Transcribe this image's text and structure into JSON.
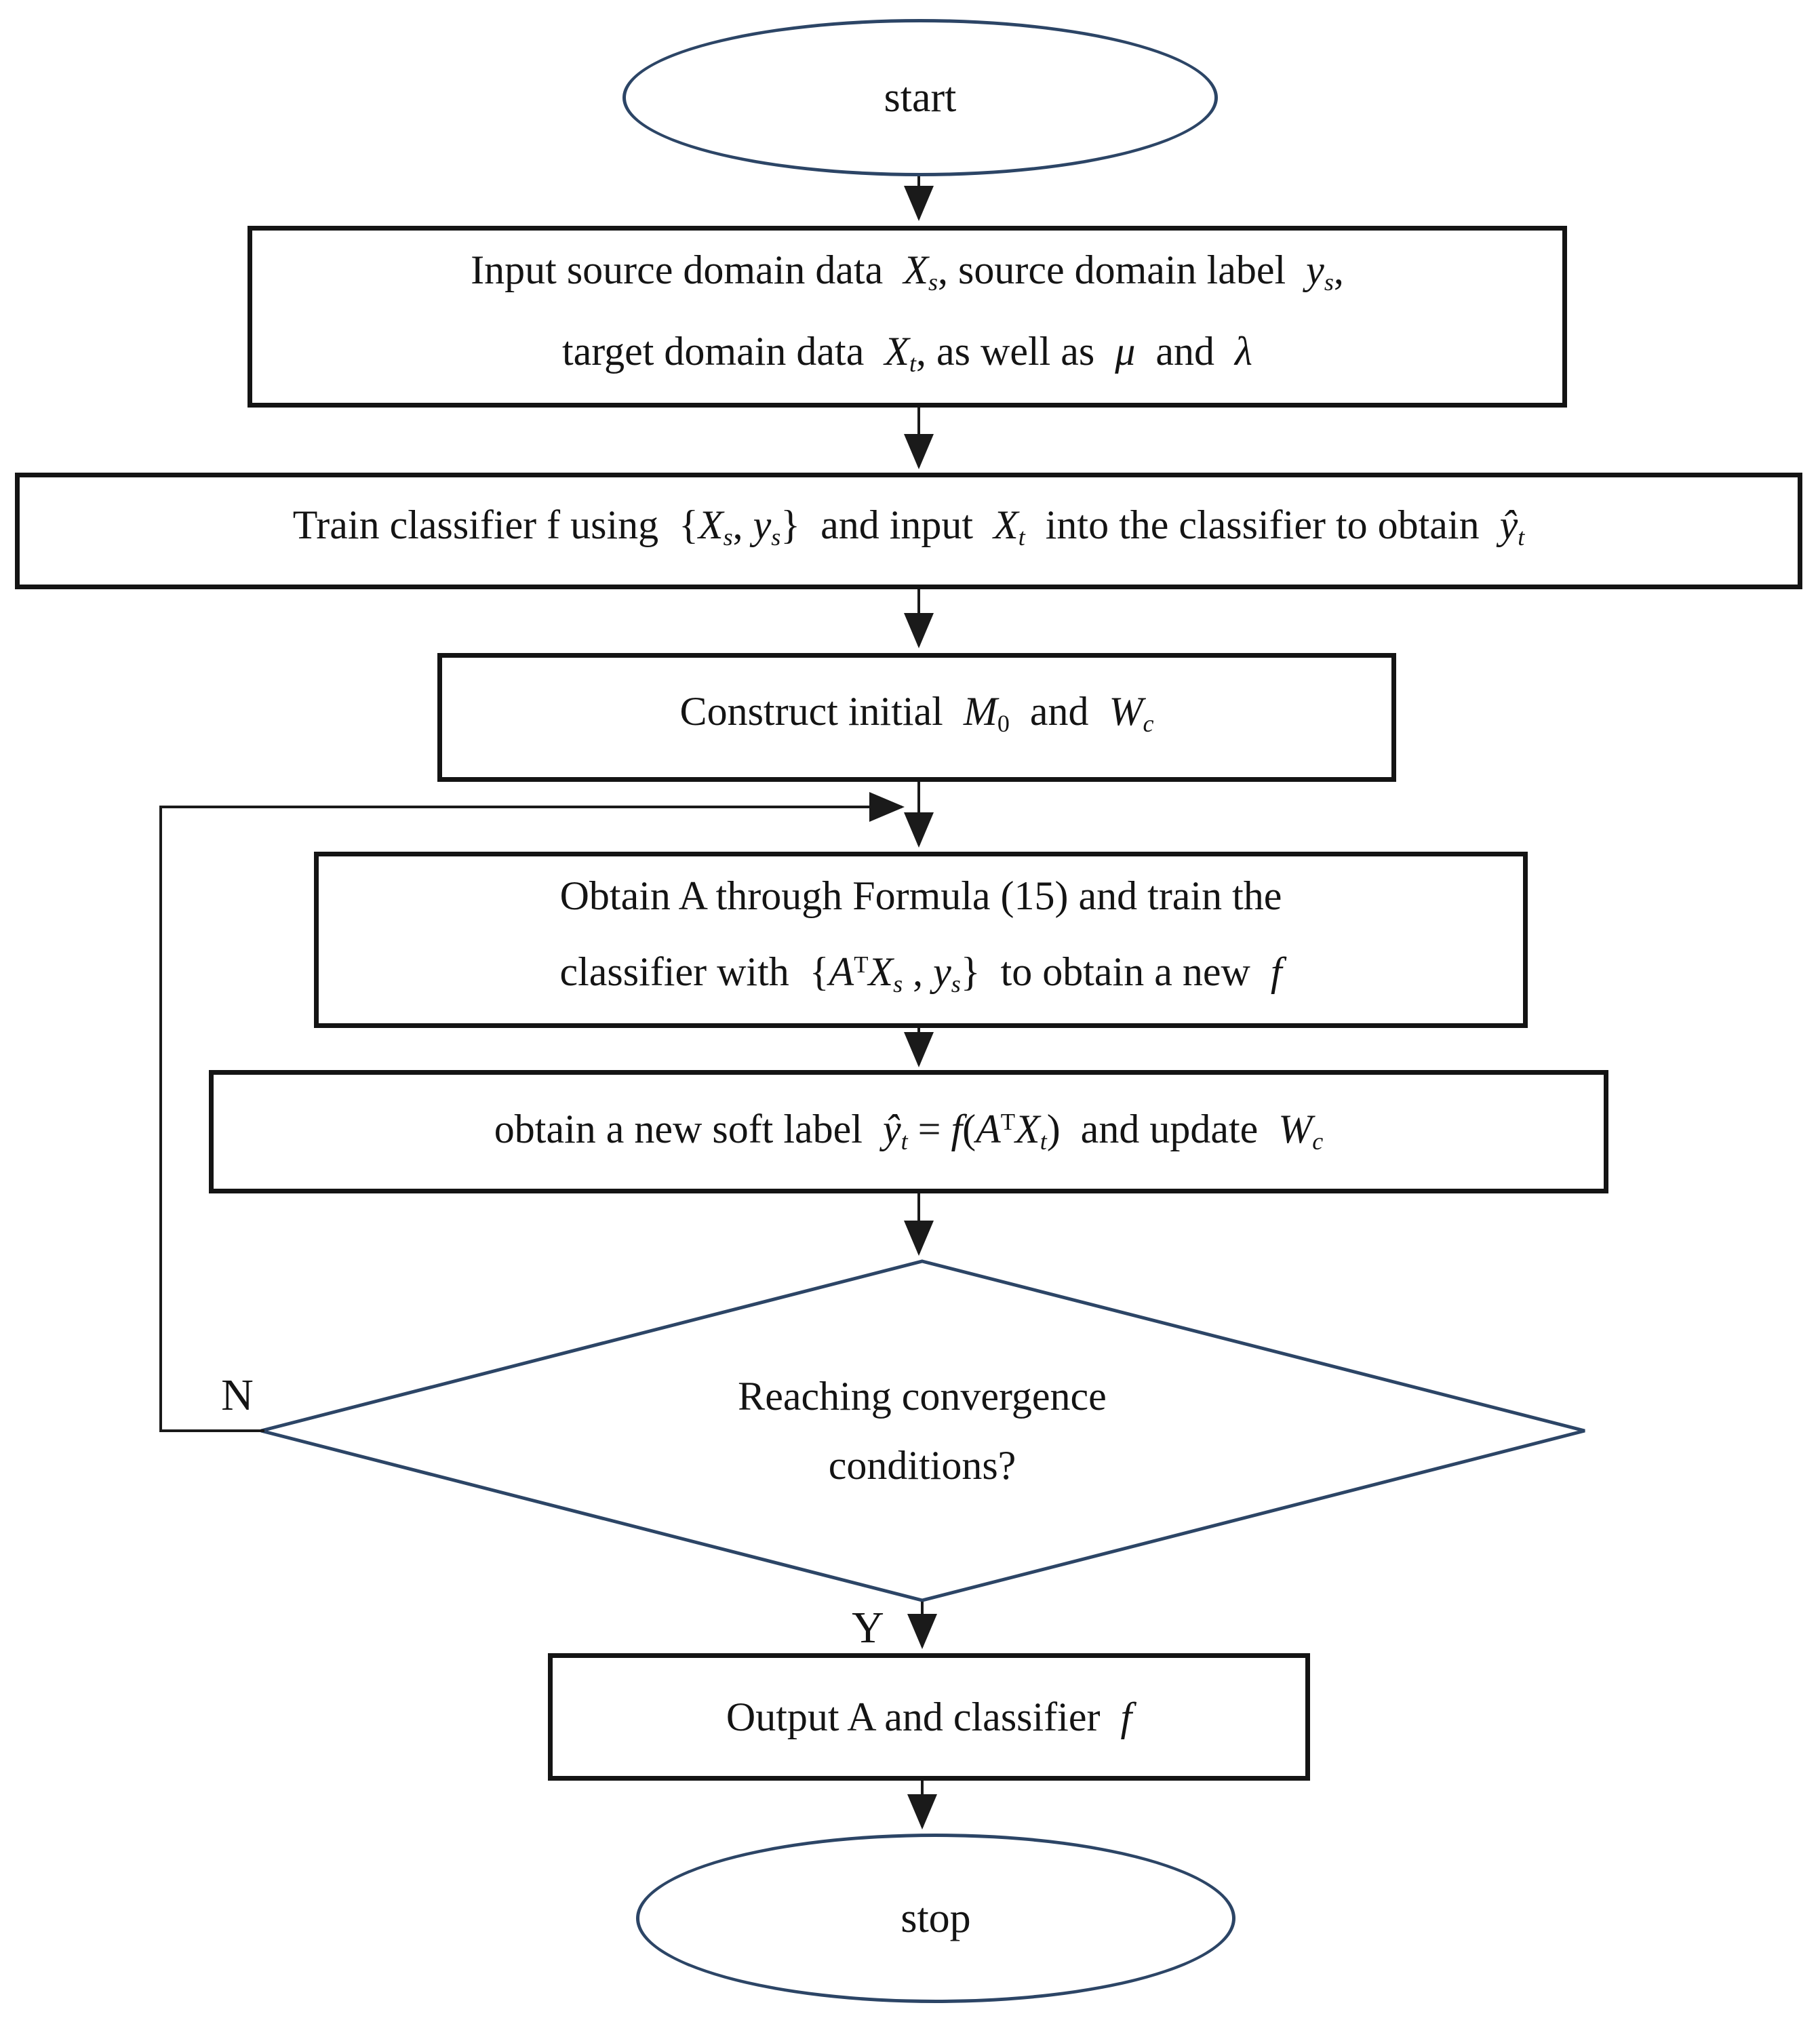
{
  "colors": {
    "ink": "#141414",
    "connector": "#1a1a1a",
    "shape_outline": "#2c4566",
    "background": "#ffffff"
  },
  "nodes": {
    "start": {
      "label": "start"
    },
    "stop": {
      "label": "stop"
    },
    "input": {
      "lines": [
        [
          {
            "t": "Input source domain data  "
          },
          {
            "t": "X",
            "s": "i"
          },
          {
            "t": "s",
            "s": "isub"
          },
          {
            "t": ", source domain label  "
          },
          {
            "t": "y",
            "s": "i"
          },
          {
            "t": "s",
            "s": "isub"
          },
          {
            "t": ","
          }
        ],
        [
          {
            "t": "target domain data  "
          },
          {
            "t": "X",
            "s": "i"
          },
          {
            "t": "t",
            "s": "isub"
          },
          {
            "t": ", as well as  "
          },
          {
            "t": "μ",
            "s": "i"
          },
          {
            "t": "  and  "
          },
          {
            "t": "λ",
            "s": "i"
          }
        ]
      ]
    },
    "train": {
      "lines": [
        [
          {
            "t": "Train classifier f using  {"
          },
          {
            "t": "X",
            "s": "i"
          },
          {
            "t": "s",
            "s": "isub"
          },
          {
            "t": ", "
          },
          {
            "t": "y",
            "s": "i"
          },
          {
            "t": "s",
            "s": "isub"
          },
          {
            "t": "}  and input  "
          },
          {
            "t": "X",
            "s": "i"
          },
          {
            "t": "t",
            "s": "isub"
          },
          {
            "t": "  into the classifier to obtain  "
          },
          {
            "t": "ŷ",
            "s": "i"
          },
          {
            "t": "t",
            "s": "isub"
          }
        ]
      ]
    },
    "construct": {
      "lines": [
        [
          {
            "t": "Construct initial  "
          },
          {
            "t": "M",
            "s": "i"
          },
          {
            "t": "0",
            "s": "sub"
          },
          {
            "t": "  and  "
          },
          {
            "t": "W",
            "s": "i"
          },
          {
            "t": "c",
            "s": "isub"
          }
        ]
      ]
    },
    "obtain_a": {
      "lines": [
        [
          {
            "t": "Obtain A through Formula (15) and train the"
          }
        ],
        [
          {
            "t": "classifier with  {"
          },
          {
            "t": "A",
            "s": "i"
          },
          {
            "t": "T",
            "s": "sup"
          },
          {
            "t": "X",
            "s": "i"
          },
          {
            "t": "s",
            "s": "isub"
          },
          {
            "t": " , "
          },
          {
            "t": "y",
            "s": "i"
          },
          {
            "t": "s",
            "s": "isub"
          },
          {
            "t": "}  to obtain a new  "
          },
          {
            "t": "f",
            "s": "i"
          }
        ]
      ]
    },
    "soft_label": {
      "lines": [
        [
          {
            "t": "obtain a new soft label  "
          },
          {
            "t": "ŷ",
            "s": "i"
          },
          {
            "t": "t",
            "s": "isub"
          },
          {
            "t": " = "
          },
          {
            "t": "f",
            "s": "i"
          },
          {
            "t": "("
          },
          {
            "t": "A",
            "s": "i"
          },
          {
            "t": "T",
            "s": "sup"
          },
          {
            "t": "X",
            "s": "i"
          },
          {
            "t": "t",
            "s": "isub"
          },
          {
            "t": ")  and update  "
          },
          {
            "t": "W",
            "s": "i"
          },
          {
            "t": "c",
            "s": "isub"
          }
        ]
      ]
    },
    "decision": {
      "line1": "Reaching convergence",
      "line2": "conditions?"
    },
    "output": {
      "lines": [
        [
          {
            "t": "Output A and classifier  "
          },
          {
            "t": "f",
            "s": "i"
          }
        ]
      ]
    }
  },
  "edges": {
    "no_label": "N",
    "yes_label": "Y"
  }
}
